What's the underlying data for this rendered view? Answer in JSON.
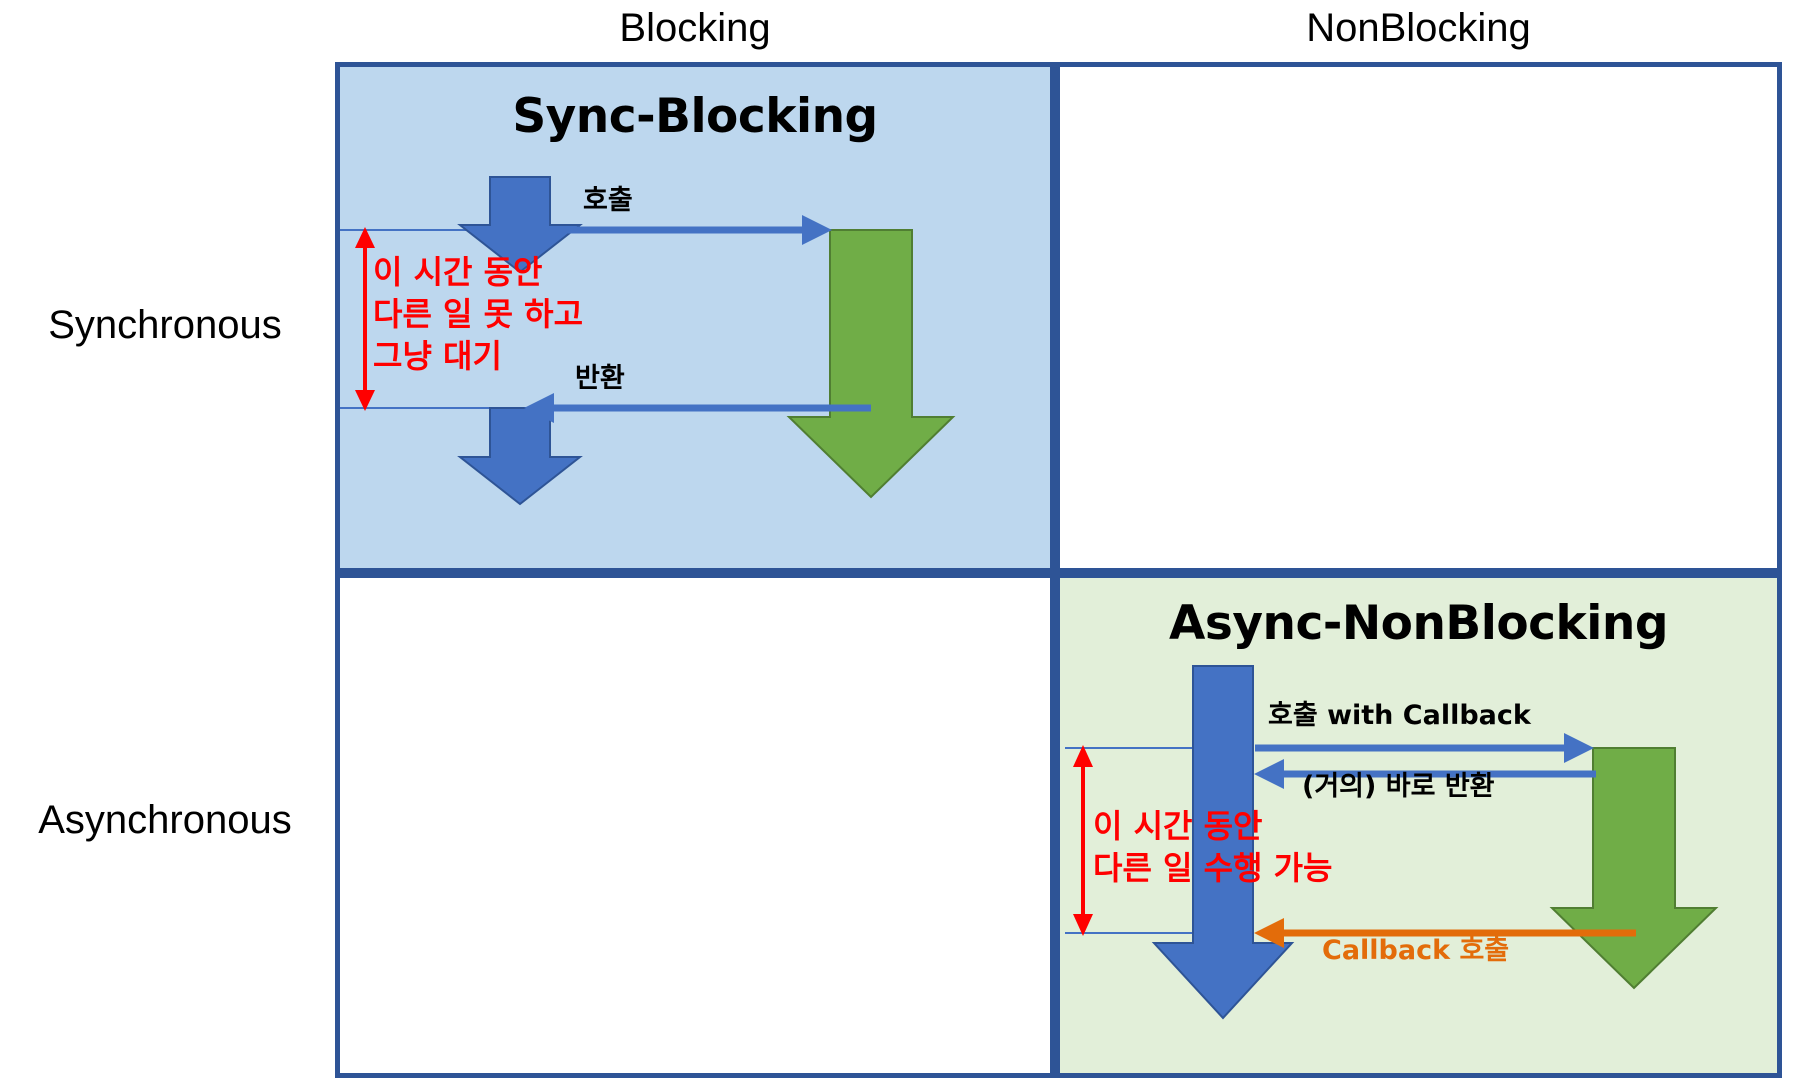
{
  "headers": {
    "columns": [
      "Blocking",
      "NonBlocking"
    ],
    "rows": [
      "Synchronous",
      "Asynchronous"
    ]
  },
  "quadrants": {
    "sync_blocking": {
      "title": "Sync-Blocking",
      "call_label": "호출",
      "return_label": "반환",
      "wait_note": "이 시간 동안\n다른 일 못 하고\n그냥 대기"
    },
    "sync_nonblocking": {
      "title": "",
      "empty": true
    },
    "async_blocking": {
      "title": "",
      "empty": true
    },
    "async_nonblocking": {
      "title": "Async-NonBlocking",
      "call_label": "호출 with Callback",
      "return_label": "(거의) 바로 반환",
      "wait_note": "이 시간 동안\n다른 일 수행 가능",
      "callback_label": "Callback 호출"
    }
  },
  "colors": {
    "grid_border": "#2e5496",
    "sync_blocking_fill": "#bdd7ee",
    "async_nonblocking_fill": "#e2efd9",
    "caller_arrow": "#4472c4",
    "callee_arrow": "#70ad47",
    "duration_marker": "#ff0000",
    "callback_arrow": "#e36c0a",
    "text_black": "#000000",
    "text_red": "#ff0000",
    "text_orange": "#e36c0a"
  },
  "icons": {
    "caller_flow": "down-arrow-icon",
    "callee_flow": "down-arrow-icon",
    "call_edge": "right-arrow-icon",
    "return_edge": "left-arrow-icon",
    "callback_edge": "left-arrow-icon",
    "duration": "double-headed-vertical-arrow-icon"
  }
}
